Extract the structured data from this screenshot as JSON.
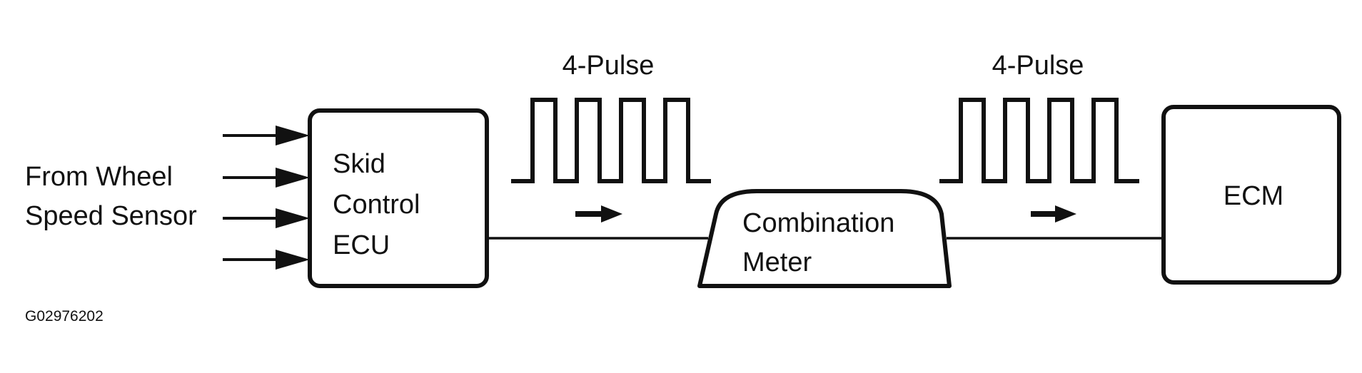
{
  "source": {
    "line1": "From Wheel",
    "line2": "Speed Sensor"
  },
  "skid_ecu": {
    "line1": "Skid",
    "line2": "Control",
    "line3": "ECU"
  },
  "pulse_left": {
    "label": "4-Pulse",
    "pulse_count": 4
  },
  "pulse_right": {
    "label": "4-Pulse",
    "pulse_count": 4
  },
  "meter": {
    "line1": "Combination",
    "line2": "Meter"
  },
  "ecm": {
    "label": "ECM"
  },
  "figure_id": "G02976202",
  "colors": {
    "ink": "#111111",
    "background": "#ffffff"
  }
}
